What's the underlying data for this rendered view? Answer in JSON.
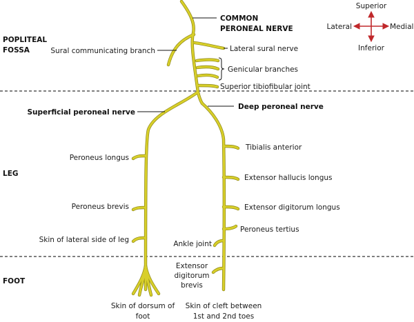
{
  "regions": {
    "popliteal_line1": "POPLITEAL",
    "popliteal_line2": "FOSSA",
    "leg": "LEG",
    "foot": "FOOT"
  },
  "orientation": {
    "superior": "Superior",
    "inferior": "Inferior",
    "lateral": "Lateral",
    "medial": "Medial",
    "arrow_color": "#c0282b"
  },
  "labels": {
    "common_peroneal_line1": "COMMON",
    "common_peroneal_line2": "PERONEAL NERVE",
    "sural_communicating": "Sural communicating branch",
    "lateral_sural": "Lateral sural nerve",
    "genicular": "Genicular branches",
    "superior_tibiofibular": "Superior tibiofibular joint",
    "superficial_peroneal": "Superficial peroneal nerve",
    "deep_peroneal": "Deep peroneal nerve",
    "peroneus_longus": "Peroneus longus",
    "peroneus_brevis": "Peroneus brevis",
    "skin_lateral_leg": "Skin of lateral side of leg",
    "tibialis_anterior": "Tibialis anterior",
    "extensor_hallucis": "Extensor hallucis longus",
    "extensor_digitorum_longus": "Extensor digitorum longus",
    "peroneus_tertius": "Peroneus tertius",
    "ankle_joint": "Ankle joint",
    "edb_line1": "Extensor",
    "edb_line2": "digitorum",
    "edb_line3": "brevis",
    "skin_dorsum_line1": "Skin of dorsum of",
    "skin_dorsum_line2": "foot",
    "skin_cleft_line1": "Skin of cleft between",
    "skin_cleft_line2": "1st and 2nd toes"
  },
  "colors": {
    "nerve_fill": "#d8cf2a",
    "nerve_edge": "#8a8414"
  }
}
